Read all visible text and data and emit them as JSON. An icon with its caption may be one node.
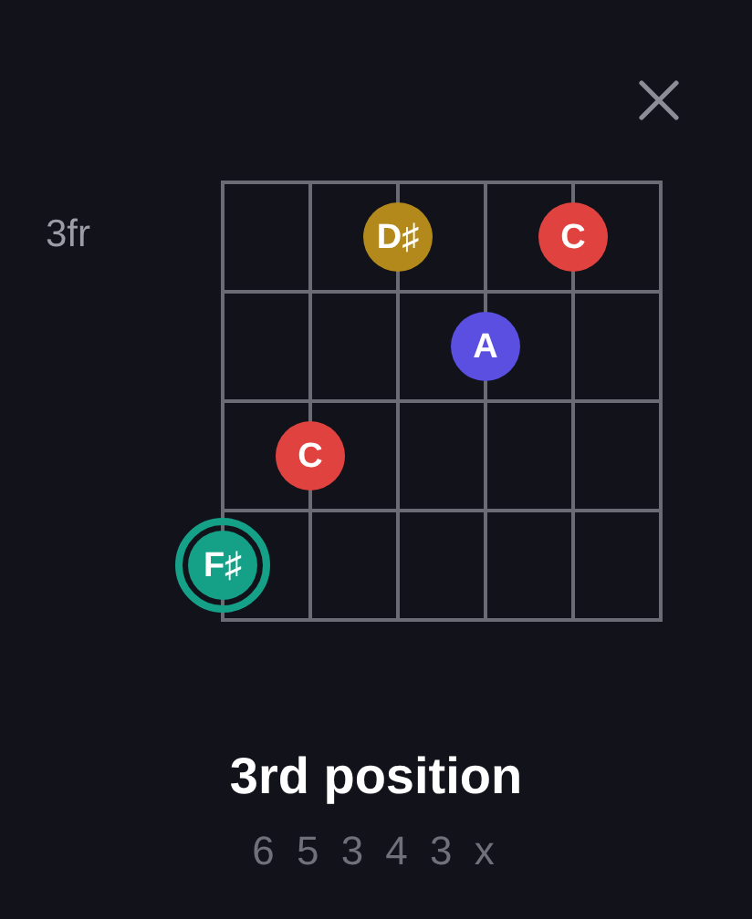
{
  "diagram": {
    "title": "3rd position",
    "caption": "6 5 3 4 3 x",
    "nodes": [
      {
        "text": [
          "D♯"
        ]
      },
      {
        "text": [
          "C"
        ]
      },
      {
        "text": [
          "A"
        ]
      },
      {
        "text": [
          "C"
        ]
      },
      {
        "text": [
          "F♯"
        ]
      }
    ],
    "labels": [
      "3fr"
    ]
  }
}
